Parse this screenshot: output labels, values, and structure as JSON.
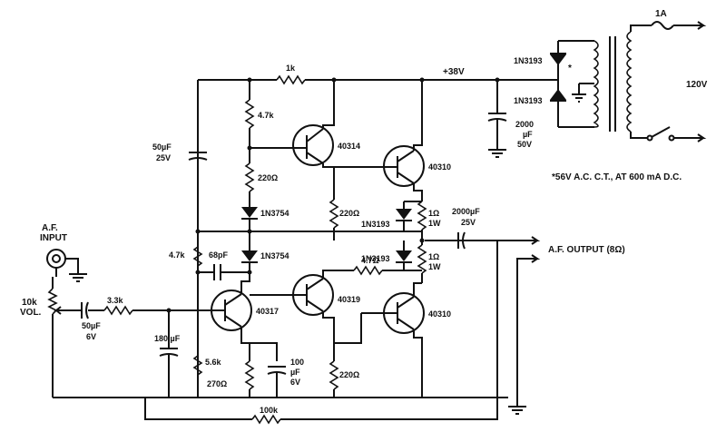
{
  "labels": {
    "af_input": [
      "A.F.",
      "INPUT"
    ],
    "vol": [
      "10k",
      "VOL."
    ],
    "c_in": [
      "50µF",
      "6V"
    ],
    "r_in": "3.3k",
    "c_180": "180 µF",
    "r_47k": "4.7k",
    "c_68": "68pF",
    "d1": "1N3754",
    "d2": "1N3754",
    "r_47k_top": "4.7k",
    "r_220_top": "220Ω",
    "r_1k": "1k",
    "c_50_25": [
      "50µF",
      "25V"
    ],
    "q1": "40314",
    "q2": "40310",
    "q3": "40317",
    "q4": "40319",
    "q5": "40310",
    "r_220_mid": "220Ω",
    "d3": "1N3193",
    "d4": "1N3193",
    "r_1_top": [
      "1Ω",
      "1W"
    ],
    "r_1_bot": [
      "1Ω",
      "1W"
    ],
    "r_47": "4.7Ω",
    "r_56": "5.6k",
    "r_270": "270Ω",
    "c_100": [
      "100",
      "µF",
      "6V"
    ],
    "r_220_bot": "220Ω",
    "r_100k": "100k",
    "c_out": [
      "2000µF",
      "25V"
    ],
    "af_output": "A.F. OUTPUT (8Ω)",
    "v38": "+38V",
    "d_rect1": "1N3193",
    "d_rect2": "1N3193",
    "c_2000": [
      "2000",
      "µF",
      "50V"
    ],
    "fuse": "1A",
    "mains": "120V",
    "xfmr_mark": "*",
    "xfmr_note": "*56V A.C. C.T., AT 600 mA D.C."
  }
}
